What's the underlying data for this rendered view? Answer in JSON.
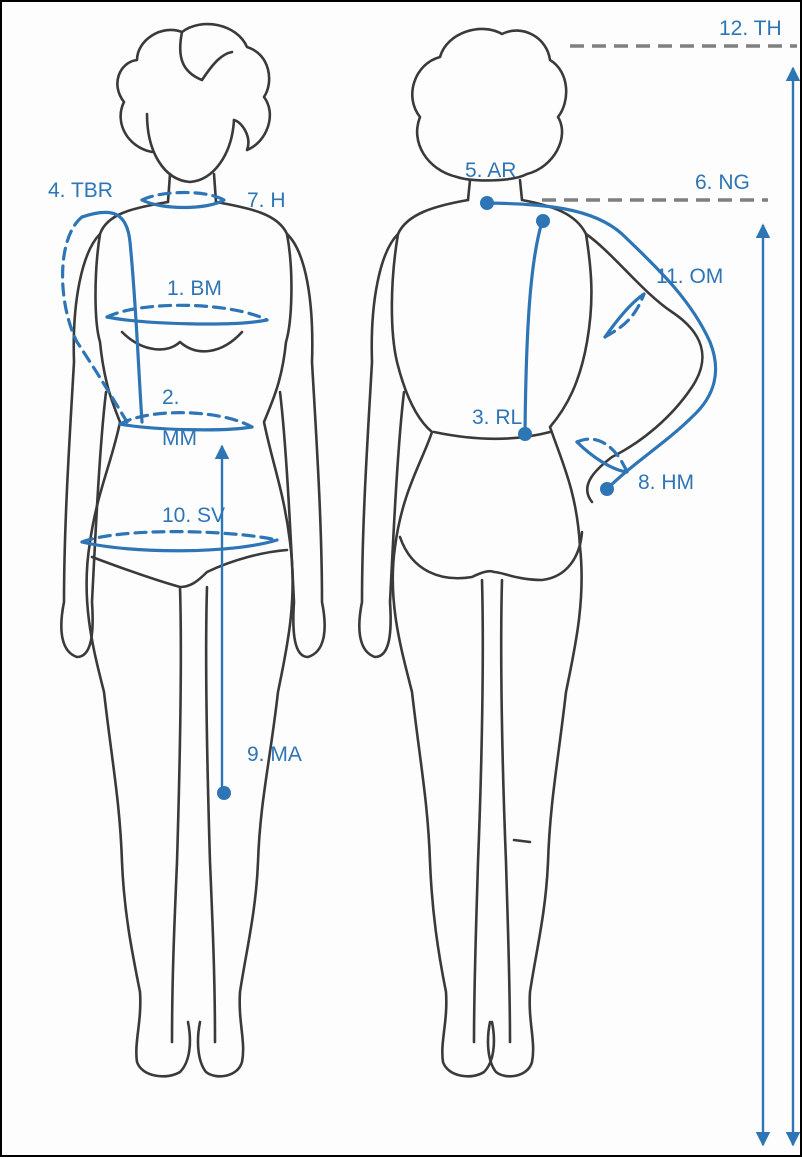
{
  "accent_color": "#2e75b6",
  "guide_color": "#7f7f7f",
  "labels": {
    "bm": "1. BM",
    "mm_num": "2.",
    "mm_code": "MM",
    "rl": "3. RL",
    "tbr": "4. TBR",
    "ar": "5. AR",
    "ng": "6. NG",
    "h": "7. H",
    "hm": "8. HM",
    "ma": "9. MA",
    "sv": "10. SV",
    "om": "11. OM",
    "th": "12. TH"
  }
}
